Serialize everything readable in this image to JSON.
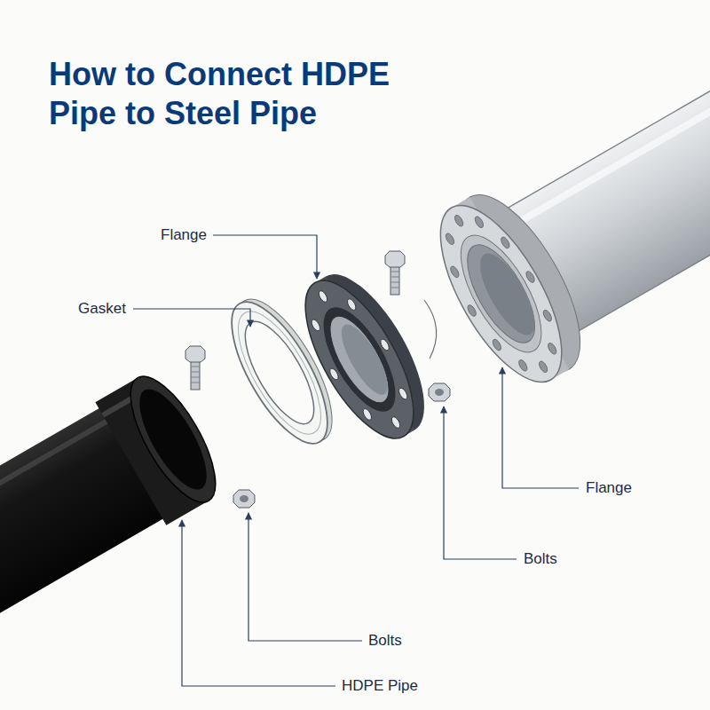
{
  "diagram": {
    "title": "How to Connect HDPE Pipe to Steel Pipe",
    "labels": [
      "Flange",
      "Gasket",
      "Flange",
      "Bolts",
      "Bolts",
      "HDPE Pipe"
    ]
  }
}
